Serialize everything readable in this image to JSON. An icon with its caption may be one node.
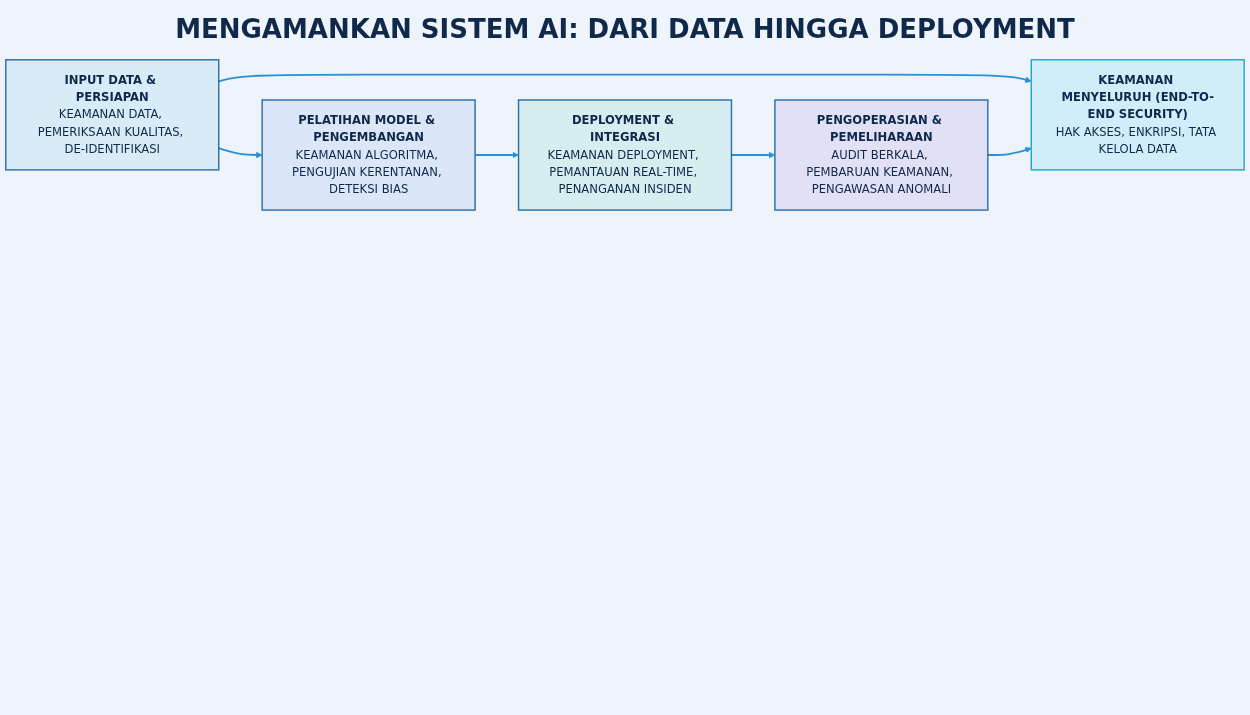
{
  "diagram": {
    "title": "MENGAMANKAN SISTEM AI: DARI DATA HINGGA DEPLOYMENT",
    "nodes": [
      {
        "text": [
          "INPUT DATA & PERSIAPAN",
          "KEAMANAN DATA, PEMERIKSAAN KUALITAS, DE-IDENTIFIKASI"
        ]
      },
      {
        "text": [
          "PELATIHAN MODEL & PENGEMBANGAN",
          "KEAMANAN ALGORITMA, PENGUJIAN KERENTANAN, DETEKSI BIAS"
        ]
      },
      {
        "text": [
          "DEPLOYMENT & INTEGRASI",
          "KEAMANAN DEPLOYMENT, PEMANTAUAN REAL-TIME, PENANGANAN INSIDEN"
        ]
      },
      {
        "text": [
          "PENGOPERASIAN & PEMELIHARAAN",
          "AUDIT BERKALA, PEMBARUAN KEAMANAN, PENGAWASAN ANOMALI"
        ]
      },
      {
        "text": [
          "KEAMANAN MENYELURUH (END-TO-END SECURITY)",
          "HAK AKSES, ENKRIPSI, TATA KELOLA DATA"
        ]
      }
    ],
    "edges": [
      {
        "from": 0,
        "to": 1,
        "arrow": "to"
      },
      {
        "from": 1,
        "to": 2,
        "arrow": "to"
      },
      {
        "from": 2,
        "to": 3,
        "arrow": "to"
      },
      {
        "from": 0,
        "to": 4,
        "arrow": "to"
      },
      {
        "from": 3,
        "to": 4,
        "arrow": "to"
      }
    ]
  }
}
